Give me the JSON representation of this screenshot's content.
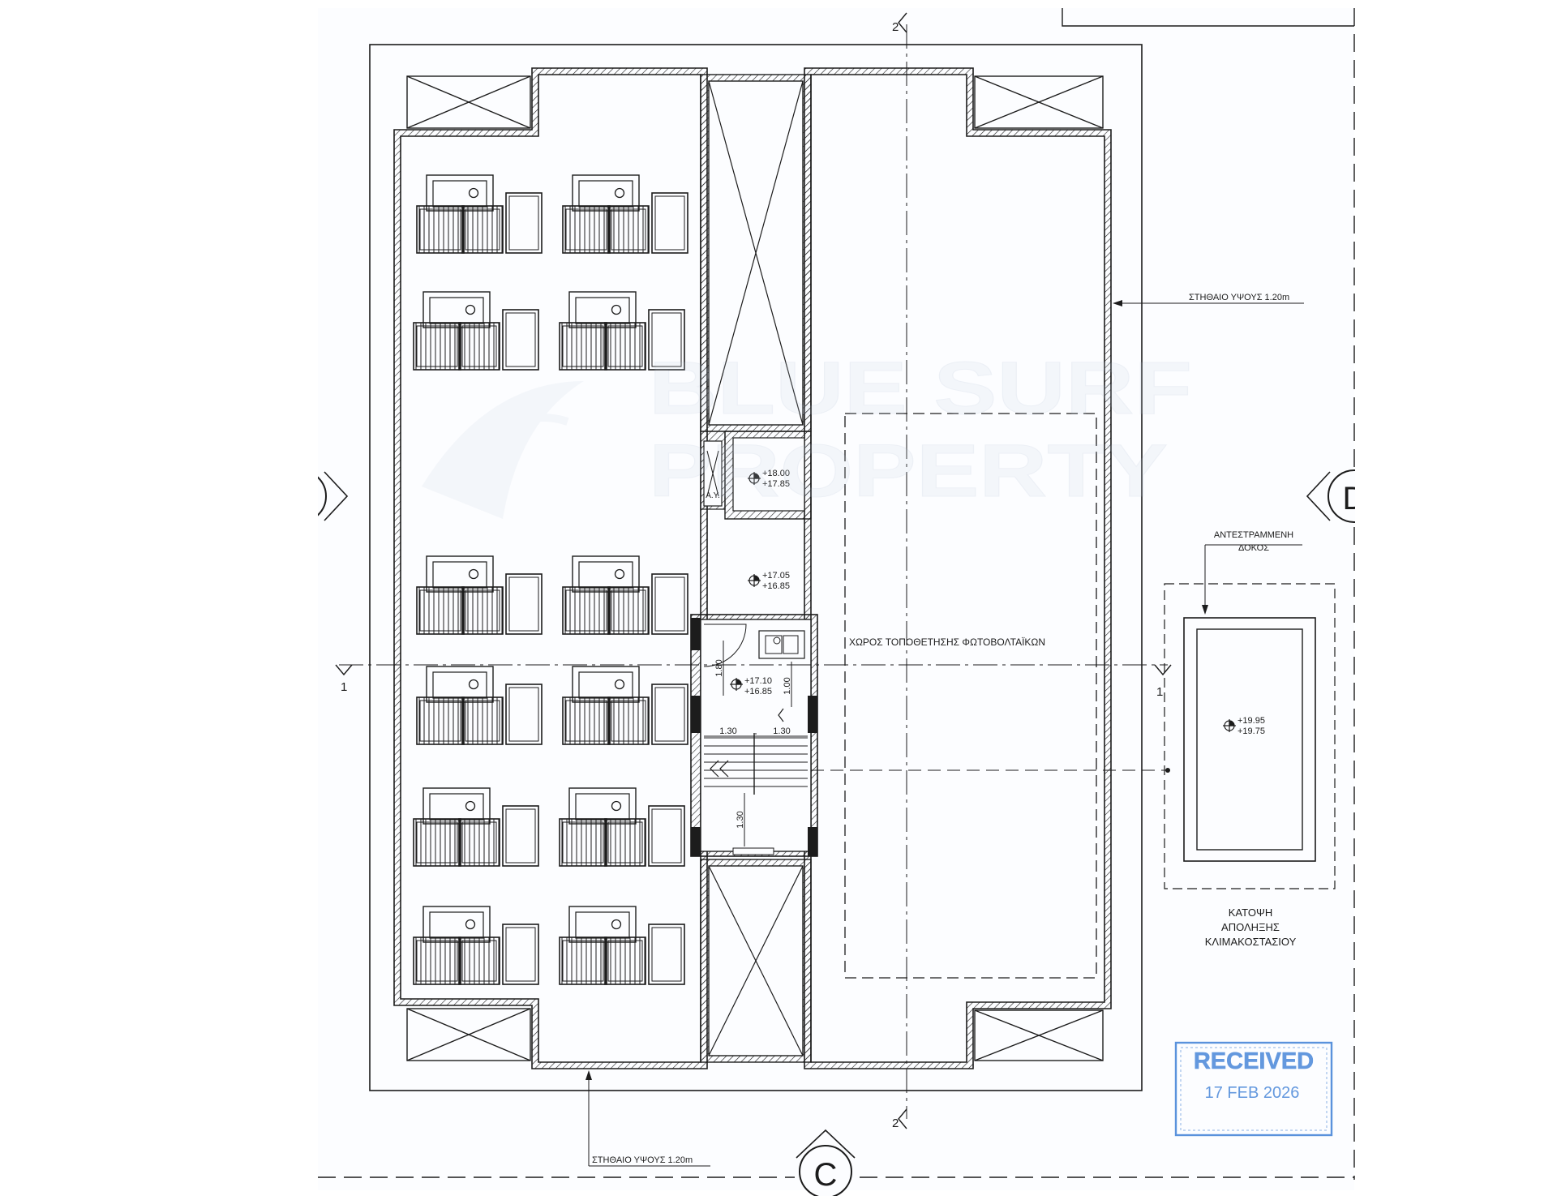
{
  "labels": {
    "parapet_right": "ΣΤΗΘΑΙΟ ΥΨΟΥΣ 1.20m",
    "parapet_bottom": "ΣΤΗΘΑΙΟ ΥΨΟΥΣ 1.20m",
    "pv_area": "ΧΩΡΟΣ ΤΟΠΟΘΕΤΗΣΗΣ ΦΩΤΟΒΟΛΤΑΪΚΩΝ",
    "inverted_beam_line1": "ΑΝΤΕΣΤΡΑΜΜΕΝΗ",
    "inverted_beam_line2": "ΔΟΚΟΣ",
    "stair_plan_line1": "ΚΑΤΟΨΗ",
    "stair_plan_line2": "ΑΠΟΛΗΞΗΣ",
    "stair_plan_line3": "ΚΛΙΜΑΚΟΣΤΑΣΙΟΥ",
    "water_tank_tag": "Α.Υ."
  },
  "levels": {
    "shaft_top": "+18.00",
    "shaft_bottom": "+17.85",
    "landing_top": "+17.05",
    "landing_bottom": "+16.85",
    "stair_top": "+17.10",
    "stair_bottom": "+16.85",
    "stair_roof_top": "+19.95",
    "stair_roof_bottom": "+19.75"
  },
  "dimensions": {
    "d1": "1.80",
    "d2": "1.00",
    "d3": "1.30",
    "d4": "1.30",
    "d5": "1.30"
  },
  "section_markers": {
    "sec2_top": "2",
    "sec2_bottom": "2",
    "sec1_left": "1",
    "sec1_right": "1",
    "axis_c": "C",
    "axis_d": "D"
  },
  "stamp": {
    "title": "RECEIVED",
    "date": "17 FEB 2026",
    "color": "#3d7fd6"
  },
  "watermark": {
    "line1": "BLUE SURF",
    "line2": "PROPERTY"
  },
  "colors": {
    "line": "#1c1c1c",
    "paper": "#ffffff",
    "stamp": "#3d7fd6"
  }
}
